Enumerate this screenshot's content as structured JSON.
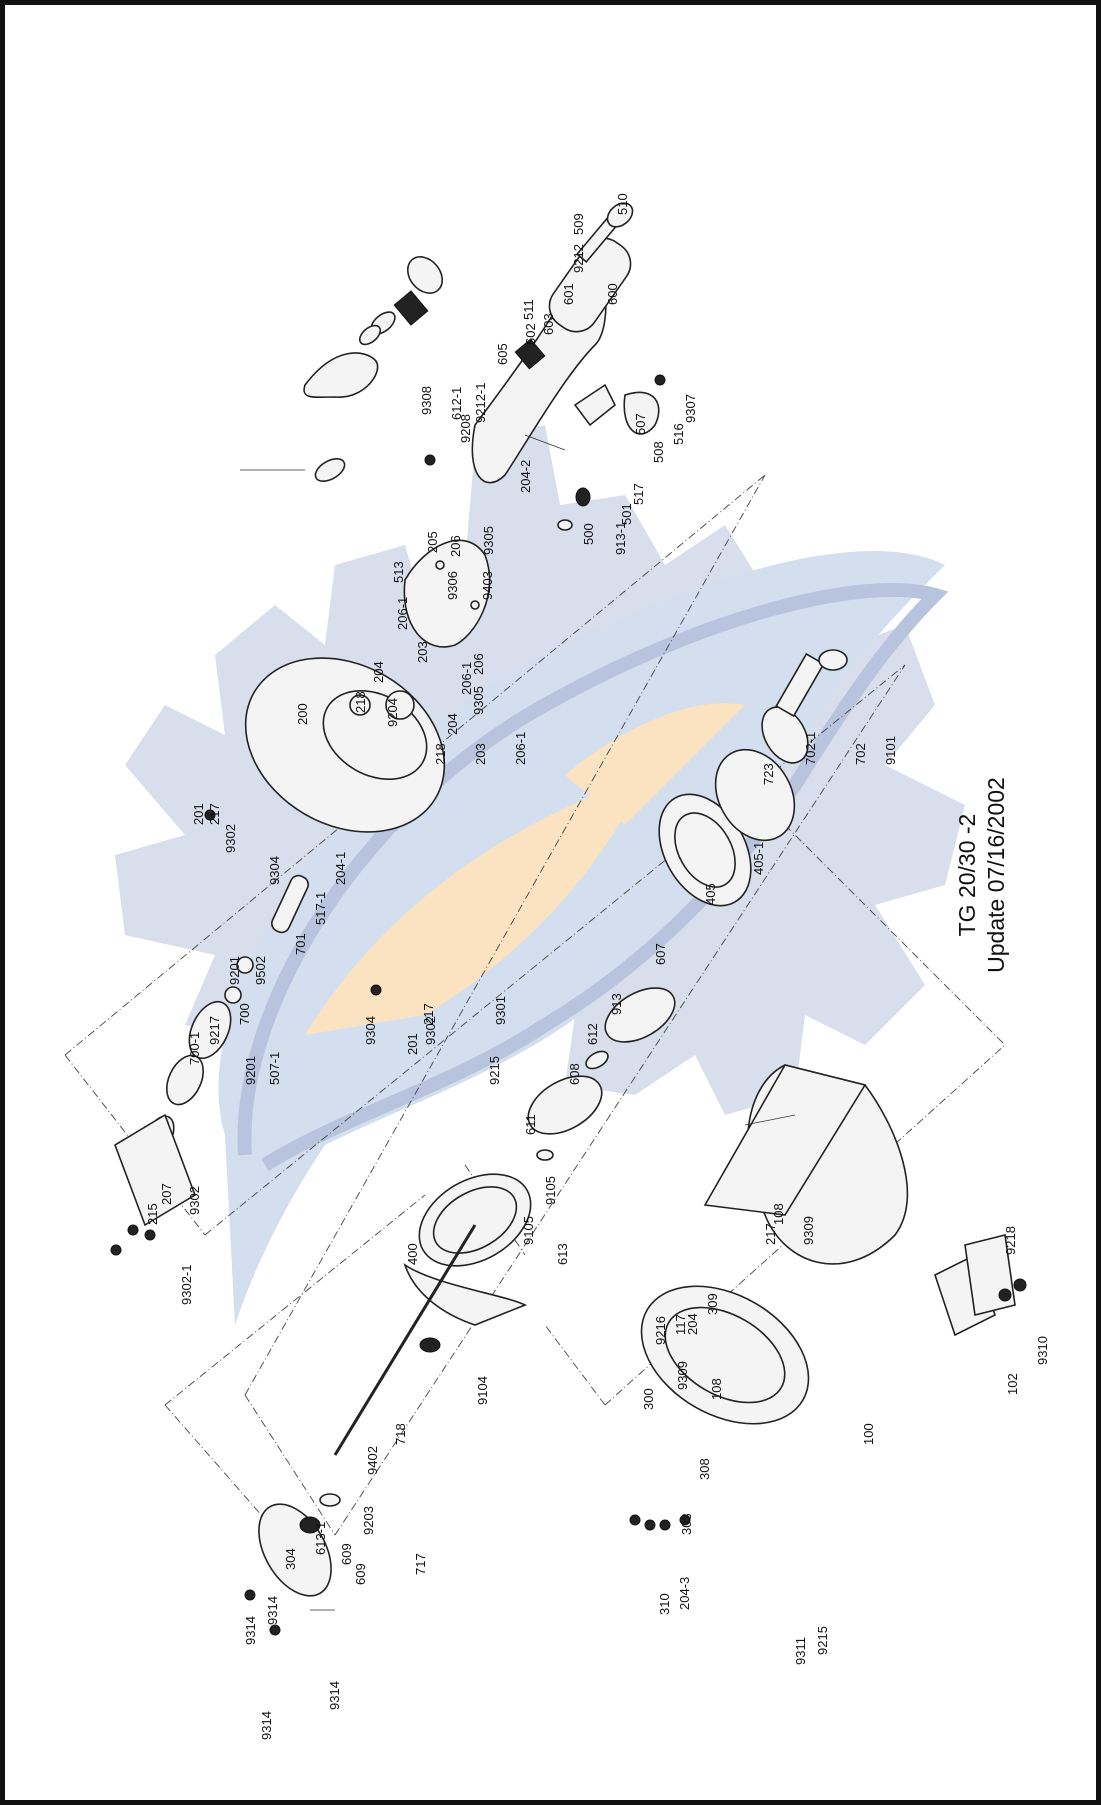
{
  "title_block": {
    "model": "TG 20/30 -2",
    "update": "Update 07/16/2002"
  },
  "watermark": {
    "gear_color": "#d9deec",
    "fish_color": "#d3dfee",
    "accent_color": "#fbe3c1",
    "outline_color": "#b8c4de"
  },
  "part_labels": [
    "510",
    "509",
    "9212",
    "511",
    "600",
    "601",
    "603",
    "602",
    "605",
    "9208",
    "612-1",
    "9212-1",
    "9308",
    "204-2",
    "507",
    "508",
    "516",
    "9307",
    "517",
    "501",
    "500",
    "913-1",
    "205",
    "206",
    "9305",
    "9306",
    "9403",
    "206",
    "9305",
    "513",
    "206-1",
    "203",
    "204",
    "218",
    "9204",
    "206-1",
    "204",
    "203",
    "206-1",
    "200",
    "218",
    "201",
    "217",
    "9302",
    "9304",
    "204-1",
    "517-1",
    "701",
    "9201",
    "9502",
    "700",
    "9217",
    "700-1",
    "9201",
    "507-1",
    "9304",
    "9302",
    "201",
    "217",
    "9301",
    "9215",
    "215",
    "207",
    "9302",
    "9302-1",
    "702",
    "9101",
    "702-1",
    "723",
    "405-1",
    "405",
    "607",
    "913",
    "612",
    "608",
    "611",
    "9105",
    "9105",
    "613",
    "400",
    "9104",
    "718",
    "9402",
    "717",
    "9203",
    "609",
    "609",
    "613-1",
    "304",
    "9314",
    "9314",
    "9314",
    "9314",
    "9218",
    "9310",
    "102",
    "217",
    "108",
    "9309",
    "9216",
    "117",
    "204",
    "309",
    "9309",
    "108",
    "300",
    "100",
    "308",
    "303",
    "310",
    "204-3",
    "9311",
    "9215"
  ]
}
